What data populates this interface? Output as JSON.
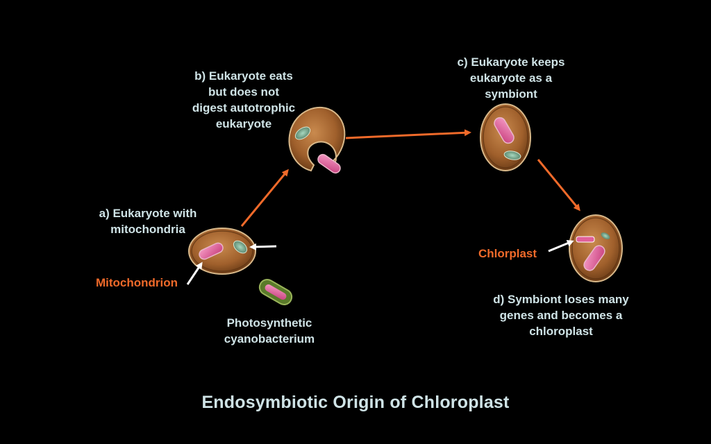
{
  "title": "Endosymbiotic Origin of Chloroplast",
  "stages": {
    "a": {
      "line1": "a) Eukaryote with",
      "line2": "mitochondria"
    },
    "b": {
      "line1": "b) Eukaryote eats",
      "line2": "but does not",
      "line3": "digest autotrophic",
      "line4": "eukaryote"
    },
    "c": {
      "line1": "c) Eukaryote keeps",
      "line2": "eukaryote as a",
      "line3": "symbiont"
    },
    "d": {
      "line1": "d) Symbiont loses many",
      "line2": "genes and becomes a",
      "line3": "chloroplast"
    }
  },
  "callouts": {
    "mitochondrion": "Mitochondrion",
    "chloroplast": "Chlorplast",
    "cyanobacterium_line1": "Photosynthetic",
    "cyanobacterium_line2": "cyanobacterium"
  },
  "colors": {
    "background": "#000000",
    "label_text": "#cfe3e6",
    "accent_orange": "#f06a2a",
    "cell_body": "#b0703a",
    "mitochondria_pink": "#e0609a"
  }
}
